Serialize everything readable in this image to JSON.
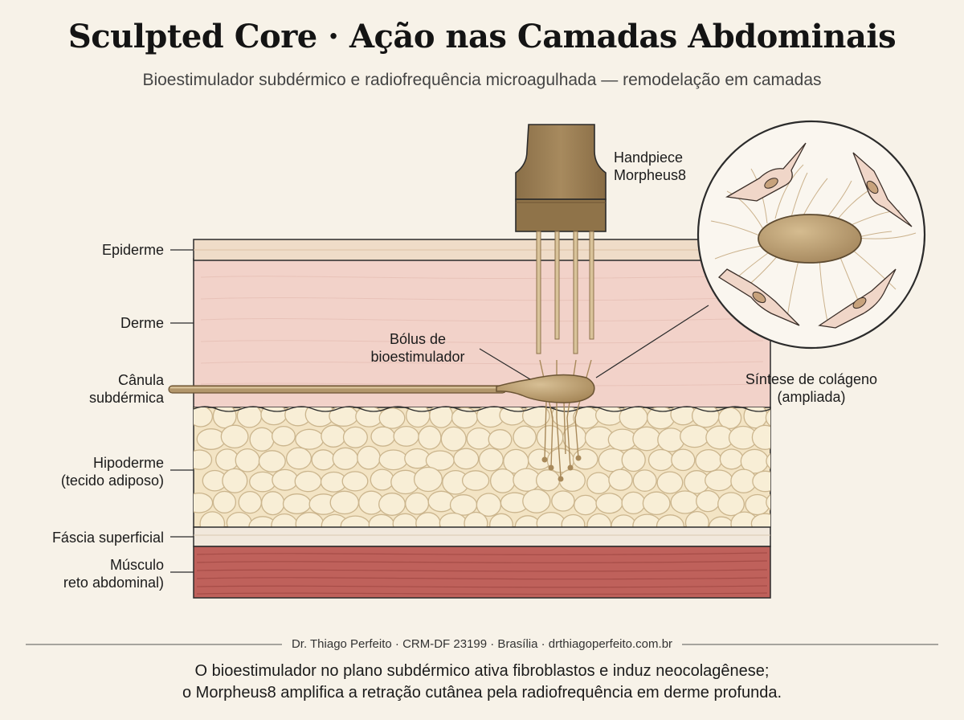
{
  "header": {
    "title": "Sculpted Core · Ação nas Camadas Abdominais",
    "subtitle": "Bioestimulador subdérmico e radiofrequência microagulhada — remodelação em camadas"
  },
  "labels": {
    "epiderme": "Epiderme",
    "derme": "Derme",
    "canula_l1": "Cânula",
    "canula_l2": "subdérmica",
    "hipoderme_l1": "Hipoderme",
    "hipoderme_l2": "(tecido adiposo)",
    "fascia": "Fáscia superficial",
    "musculo_l1": "Músculo",
    "musculo_l2": "reto abdominal)",
    "bolus_l1": "Bólus de",
    "bolus_l2": "bioestimulador",
    "handpiece_l1": "Handpiece",
    "handpiece_l2": "Morpheus8",
    "sintese_l1": "Síntese de colágeno",
    "sintese_l2": "(ampliada)"
  },
  "footer": {
    "credit": "Dr. Thiago Perfeito · CRM-DF 23199 · Brasília · drthiagoperfeito.com.br",
    "note_l1": "O bioestimulador no plano subdérmico ativa fibroblastos e induz neocolagênese;",
    "note_l2": "o Morpheus8 amplifica a retração cutânea pela radiofrequência em derme profunda."
  },
  "colors": {
    "background": "#f7f2e8",
    "epidermis": "#efdcc8",
    "dermis": "#f2d2c9",
    "fat": "#f6ead0",
    "fascia": "#f1e8dc",
    "muscle": "#bf615b",
    "gold": "#a8895a"
  }
}
